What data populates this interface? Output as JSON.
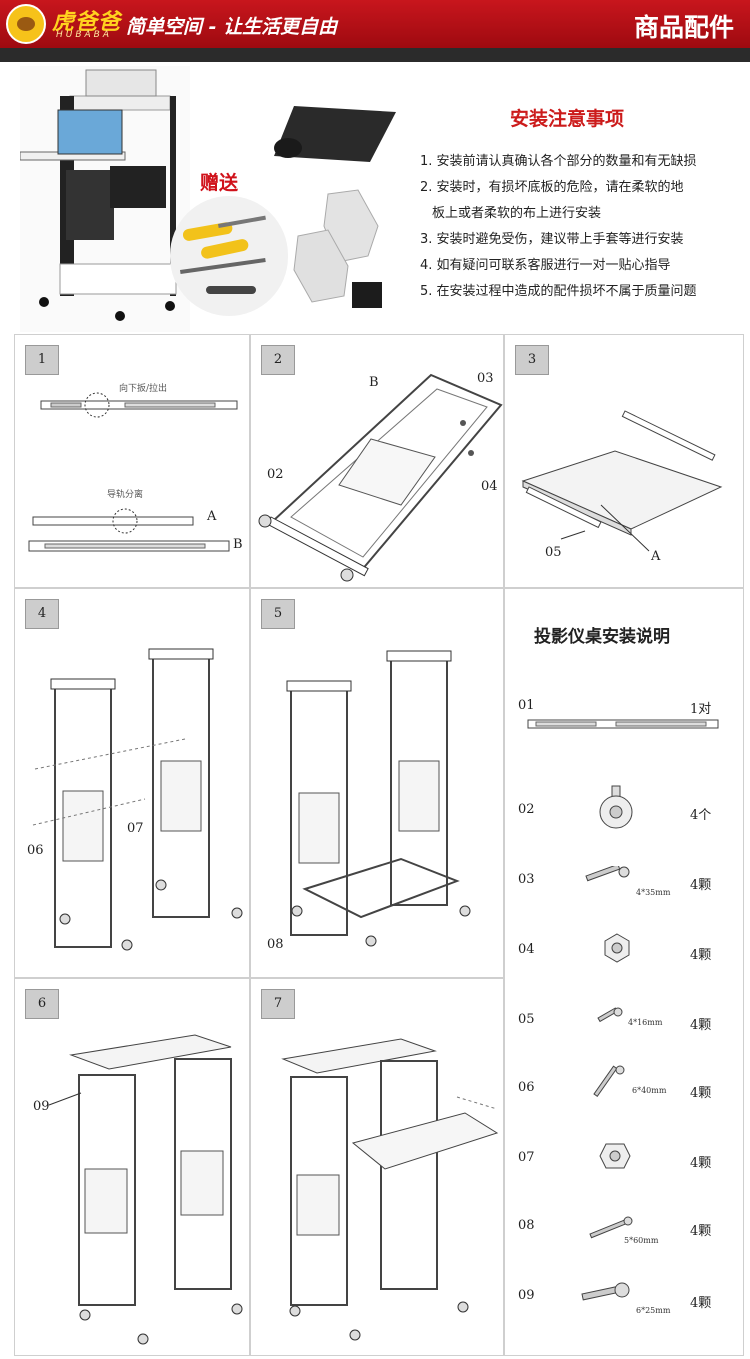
{
  "header": {
    "brand": "虎爸爸",
    "brand_sub": "HUBABA",
    "slogan": "简单空间 - 让生活更自由",
    "section_title": "商品配件"
  },
  "intro": {
    "gift_label": "赠送",
    "notes_title": "安装注意事项",
    "notes": [
      "1. 安装前请认真确认各个部分的数量和有无缺损",
      "2. 安装时，有损坏底板的危险，请在柔软的地",
      "板上或者柔软的布上进行安装",
      "3. 安装时避免受伤，建议带上手套等进行安装",
      "4. 如有疑问可联系客服进行一对一贴心指导",
      "5. 在安装过程中造成的配件损坏不属于质量问题"
    ]
  },
  "steps": [
    {
      "num": "1",
      "labels": [
        "向下扳/拉出",
        "导轨分离",
        "A",
        "B"
      ]
    },
    {
      "num": "2",
      "labels": [
        "B",
        "03",
        "02",
        "04"
      ]
    },
    {
      "num": "3",
      "labels": [
        "05",
        "A"
      ]
    },
    {
      "num": "4",
      "labels": [
        "07",
        "06"
      ]
    },
    {
      "num": "5",
      "labels": [
        "08"
      ]
    },
    {
      "num": "6",
      "labels": [
        "09"
      ]
    },
    {
      "num": "7",
      "labels": []
    }
  ],
  "parts": {
    "title": "投影仪桌安装说明",
    "items": [
      {
        "code": "01",
        "qty": "1对",
        "size": "",
        "icon": "slide-rail-icon"
      },
      {
        "code": "02",
        "qty": "4个",
        "size": "",
        "icon": "caster-wheel-icon"
      },
      {
        "code": "03",
        "qty": "4颗",
        "size": "4*35mm",
        "icon": "spring-screw-icon"
      },
      {
        "code": "04",
        "qty": "4颗",
        "size": "",
        "icon": "cap-nut-icon"
      },
      {
        "code": "05",
        "qty": "4颗",
        "size": "4*16mm",
        "icon": "short-screw-icon"
      },
      {
        "code": "06",
        "qty": "4颗",
        "size": "6*40mm",
        "icon": "long-screw-icon"
      },
      {
        "code": "07",
        "qty": "4颗",
        "size": "",
        "icon": "hex-nut-icon"
      },
      {
        "code": "08",
        "qty": "4颗",
        "size": "5*60mm",
        "icon": "wood-screw-icon"
      },
      {
        "code": "09",
        "qty": "4颗",
        "size": "6*25mm",
        "icon": "bolt-icon"
      }
    ]
  }
}
